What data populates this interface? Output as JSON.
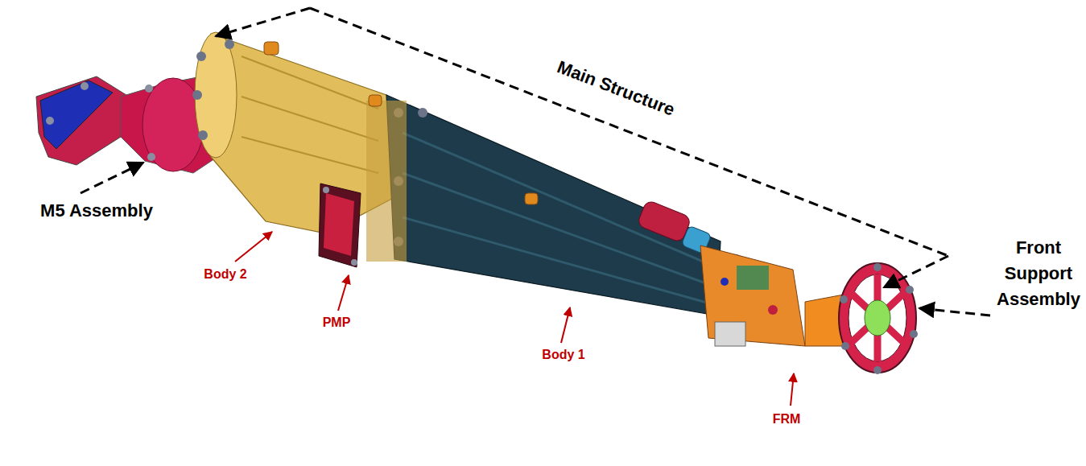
{
  "diagram": {
    "labels": [
      "Main Structure",
      "M5 Assembly",
      "Body 2",
      "PMP",
      "Body 1",
      "FRM",
      "Front Support Assembly"
    ]
  }
}
